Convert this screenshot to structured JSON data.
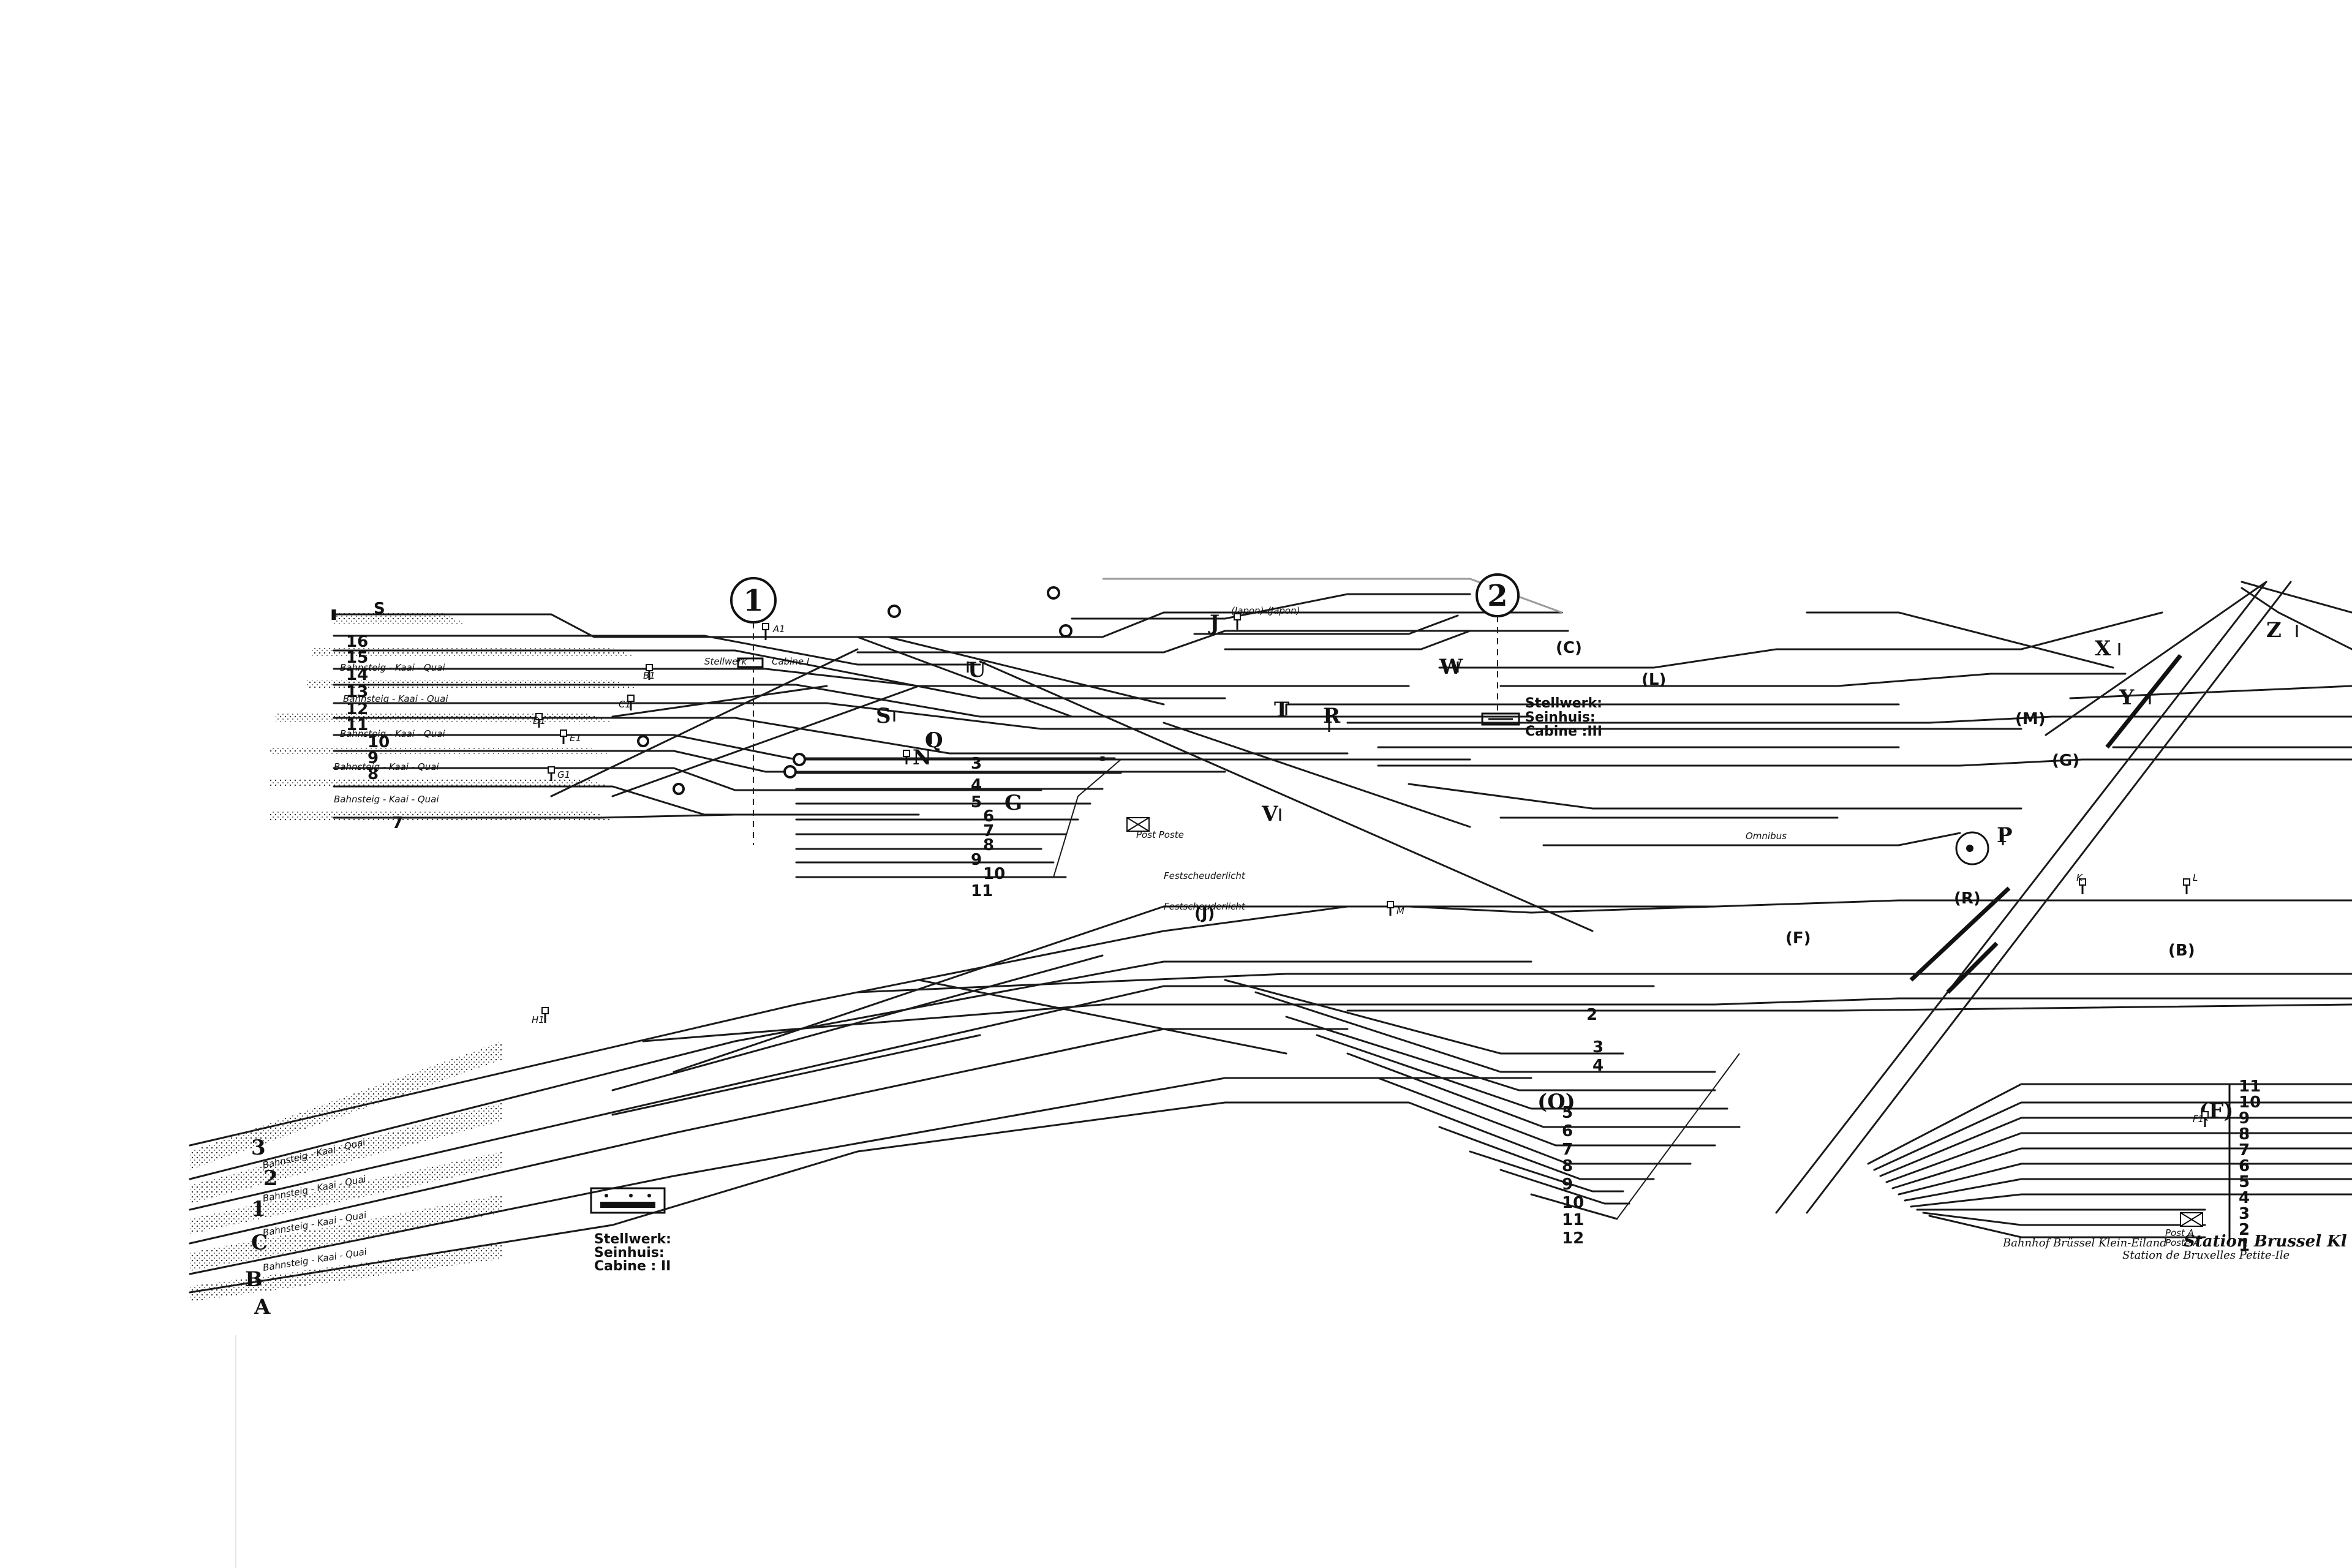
{
  "diagram": {
    "hubs": [
      "1",
      "2"
    ],
    "platforms": {
      "upper": "Bahnsteig - Kaai - Quai",
      "lower": "Bahnsteig - Kaai - Quai"
    },
    "upper_tracks": [
      "S",
      "16",
      "15",
      "14",
      "13",
      "12",
      "11",
      "10",
      "9",
      "8",
      "7"
    ],
    "upper_yard_tracks": [
      "3",
      "4",
      "5",
      "6",
      "7",
      "8",
      "9",
      "10",
      "11"
    ],
    "upper_yard_letter": "G",
    "lower_tracks": [
      "3",
      "2",
      "1",
      "C",
      "B",
      "A"
    ],
    "lower_yard_tracks": [
      "2",
      "3",
      "4",
      "5",
      "6",
      "7",
      "8",
      "9",
      "10",
      "11",
      "12"
    ],
    "lower_yard_letter": "(O)",
    "right_tracks": [
      "11",
      "10",
      "9",
      "8",
      "7",
      "6",
      "5",
      "4",
      "3",
      "2",
      "1"
    ],
    "right_yard_letter": "(F)",
    "cabins": {
      "one": {
        "l1": "Stellwerk",
        "l2": "Cabine I"
      },
      "two": {
        "l1": "Stellwerk:",
        "l2": "Seinhuis:",
        "l3": "Cabine : II"
      },
      "three": {
        "l1": "Stellwerk:",
        "l2": "Seinhuis:",
        "l3": "Cabine :III"
      }
    },
    "route_letters": [
      "(L)",
      "(M)",
      "(G)",
      "(R)",
      "(F)",
      "(B)",
      "(C)",
      "(J)"
    ],
    "signals": [
      "A1",
      "B1",
      "C1",
      "D1",
      "E1",
      "F1",
      "G1",
      "H1",
      "J",
      "K",
      "L",
      "M",
      "N",
      "P",
      "Q",
      "R",
      "S",
      "T",
      "U",
      "V",
      "W",
      "X",
      "Y",
      "Z"
    ],
    "misc_labels": {
      "japon": "(Japon)-(Japon)",
      "festlicht": "Festscheuderlicht",
      "poste": "Post Poste",
      "p_circle": "P",
      "omnibus": "Omnibus"
    },
    "footer": {
      "left": "Bahnhof Brüssel Klein-Eiland",
      "right": "Station Brussel Kl",
      "sub": "Station de Bruxelles Petite-Ile",
      "post_a": "Post A",
      "poste_a": "Poste A"
    }
  }
}
